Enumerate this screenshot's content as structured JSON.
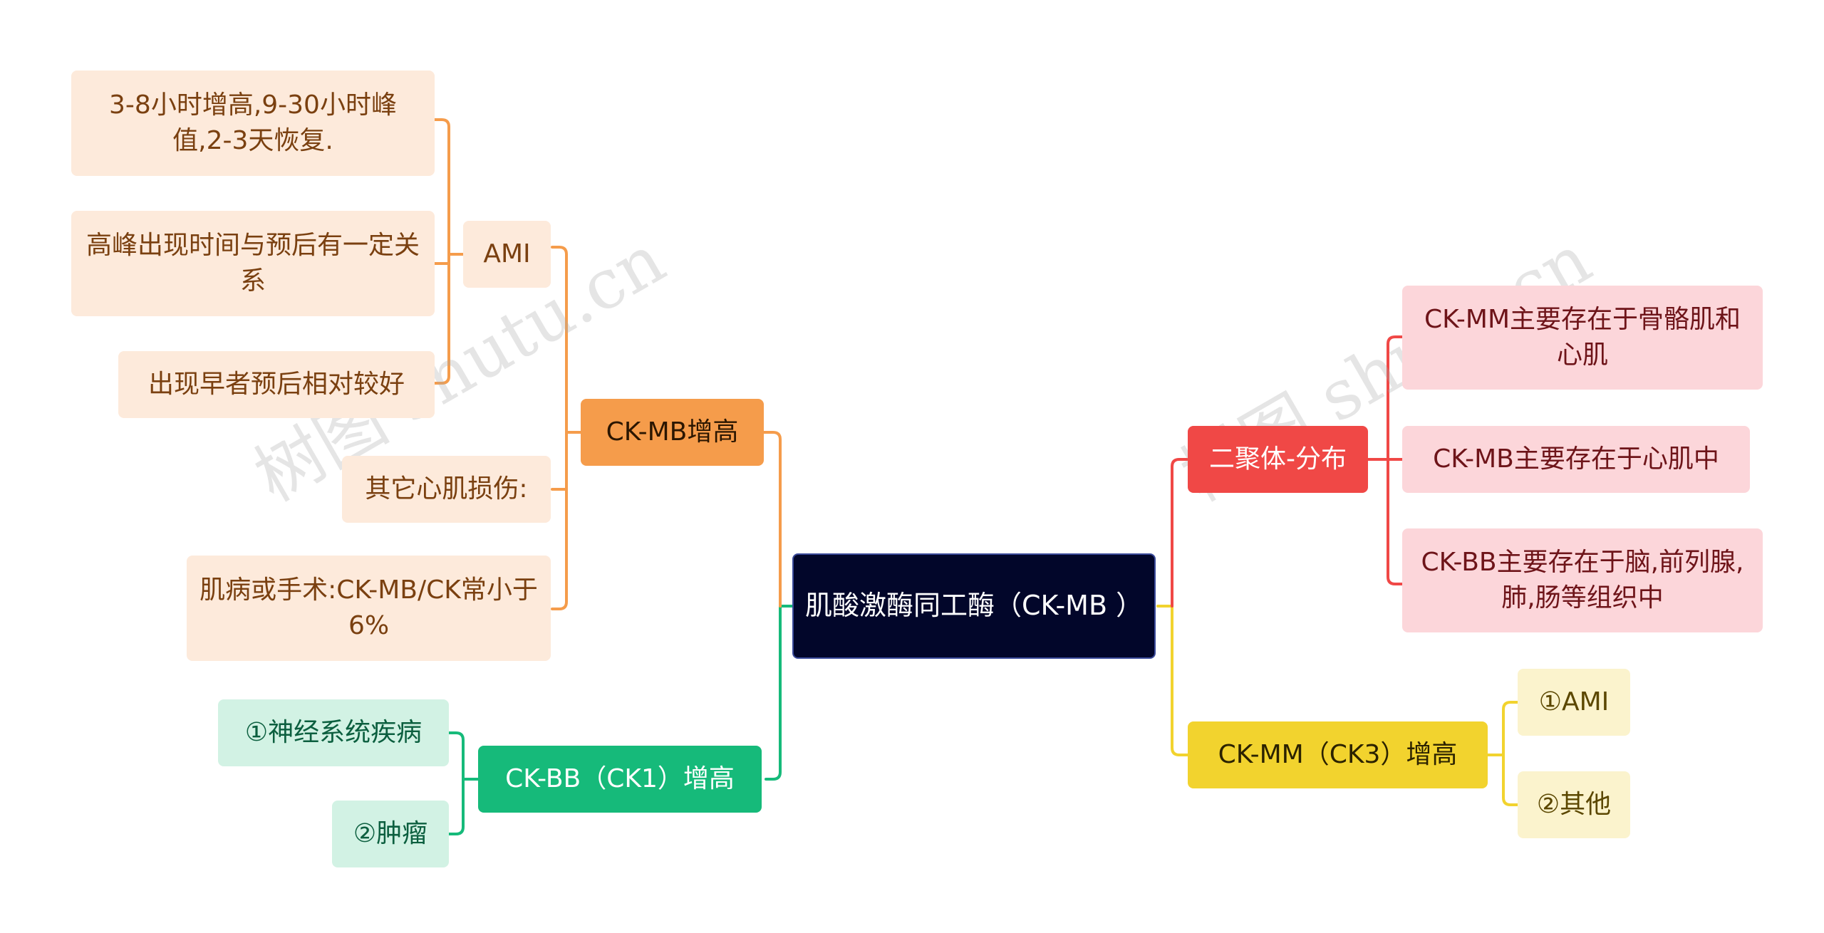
{
  "root": {
    "label": "肌酸激酶同工酶（CK-MB ）"
  },
  "branches": {
    "ckmb": {
      "label": "CK-MB增高",
      "ami": {
        "label": "AMI",
        "items": [
          "3-8小时增高,9-30小时峰值,2-3天恢复.",
          "高峰出现时间与预后有一定关系",
          "出现早者预后相对较好"
        ]
      },
      "other_damage": "其它心肌损伤:",
      "myopathy": "肌病或手术:CK-MB/CK常小于6%"
    },
    "ckbb": {
      "label": "CK-BB（CK1）增高",
      "items": [
        "①神经系统疾病",
        "②肿瘤"
      ]
    },
    "dimer": {
      "label": "二聚体-分布",
      "items": [
        "CK-MM主要存在于骨骼肌和心肌",
        "CK-MB主要存在于心肌中",
        "CK-BB主要存在于脑,前列腺,肺,肠等组织中"
      ]
    },
    "ckmm": {
      "label": "CK-MM（CK3）增高",
      "items": [
        "①AMI",
        "②其他"
      ]
    }
  },
  "watermark": "树图 shutu.cn",
  "colors": {
    "orange": "#f59c4b",
    "green": "#16ba7a",
    "red": "#f04846",
    "yellow": "#f2d32e",
    "root": "#02062a"
  }
}
